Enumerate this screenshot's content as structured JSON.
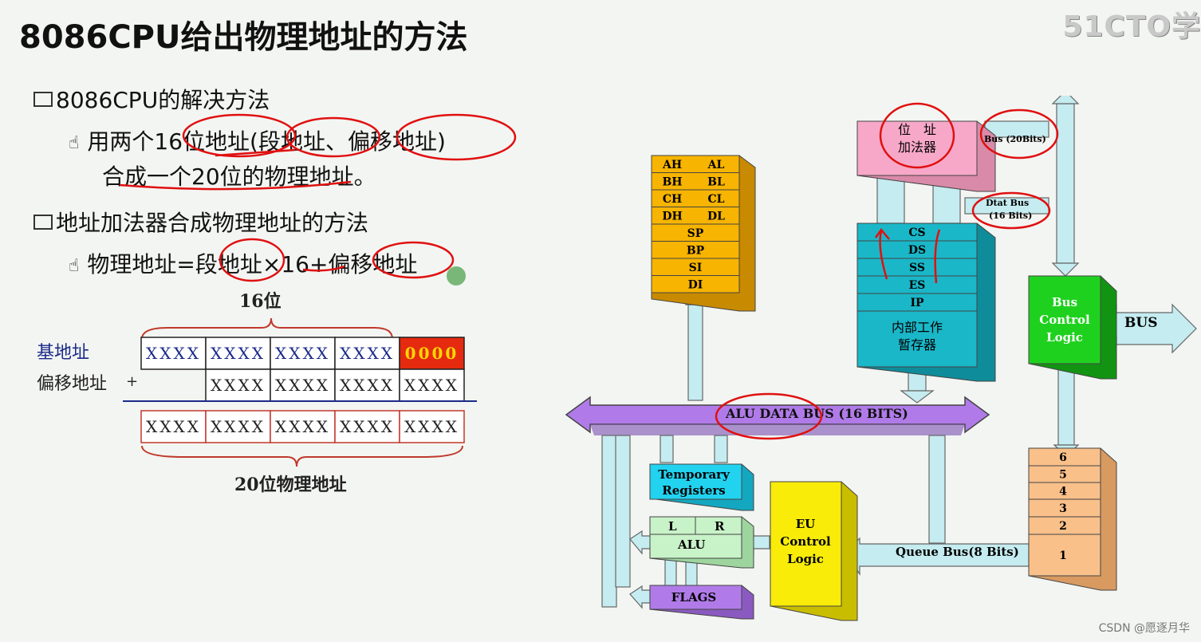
{
  "title": "8086CPU给出物理地址的方法",
  "watermark": "51CTO学",
  "bullets": [
    {
      "text": "8086CPU的解决方法",
      "sub": [
        "用两个16位地址(段地址、偏移地址)",
        "合成一个20位的物理地址。"
      ]
    },
    {
      "text": "地址加法器合成物理地址的方法",
      "sub": [
        "物理地址=段地址×16+偏移地址"
      ]
    }
  ],
  "addr_diagram": {
    "top_label": "16位",
    "base_label": "基地址",
    "offset_label": "偏移地址",
    "plus": "+",
    "cell": "XXXX",
    "zero_cell": "0000",
    "bottom_label": "20位物理地址"
  },
  "cpu_diagram": {
    "gp_registers": [
      [
        "AH",
        "AL"
      ],
      [
        "BH",
        "BL"
      ],
      [
        "CH",
        "CL"
      ],
      [
        "DH",
        "DL"
      ]
    ],
    "ptr_registers": [
      "SP",
      "BP",
      "SI",
      "DI"
    ],
    "adder_label": [
      "位　址",
      "加法器"
    ],
    "bus20": "Bus (20Bits)",
    "data_bus": [
      "Dtat Bus",
      "(16 Bits)"
    ],
    "seg_registers": [
      "CS",
      "DS",
      "SS",
      "ES",
      "IP"
    ],
    "internal_regs": [
      "内部工作",
      "暂存器"
    ],
    "bus_control": [
      "Bus",
      "Control",
      "Logic"
    ],
    "bus": "BUS",
    "alu_bus": "ALU DATA BUS (16 BITS)",
    "temp_regs": [
      "Temporary",
      "Registers"
    ],
    "alu_l": "L",
    "alu_r": "R",
    "alu": "ALU",
    "flags": "FLAGS",
    "eu_control": [
      "EU",
      "Control",
      "Logic"
    ],
    "queue_bus": "Queue  Bus(8 Bits)",
    "queue": [
      "6",
      "5",
      "4",
      "3",
      "2",
      "1"
    ],
    "colors": {
      "gp": "#f7b400",
      "seg": "#1ab7c8",
      "adder": "#f7a8c8",
      "bus_ctrl": "#1fd11f",
      "alu_bus": "#b07be8",
      "temp": "#22d3f0",
      "alu": "#c8f2c8",
      "flags": "#b07be8",
      "eu": "#f8ec08",
      "queue": "#f9c08a",
      "arrow": "#c5ecf0"
    }
  },
  "footer": "CSDN @愿逐月华"
}
